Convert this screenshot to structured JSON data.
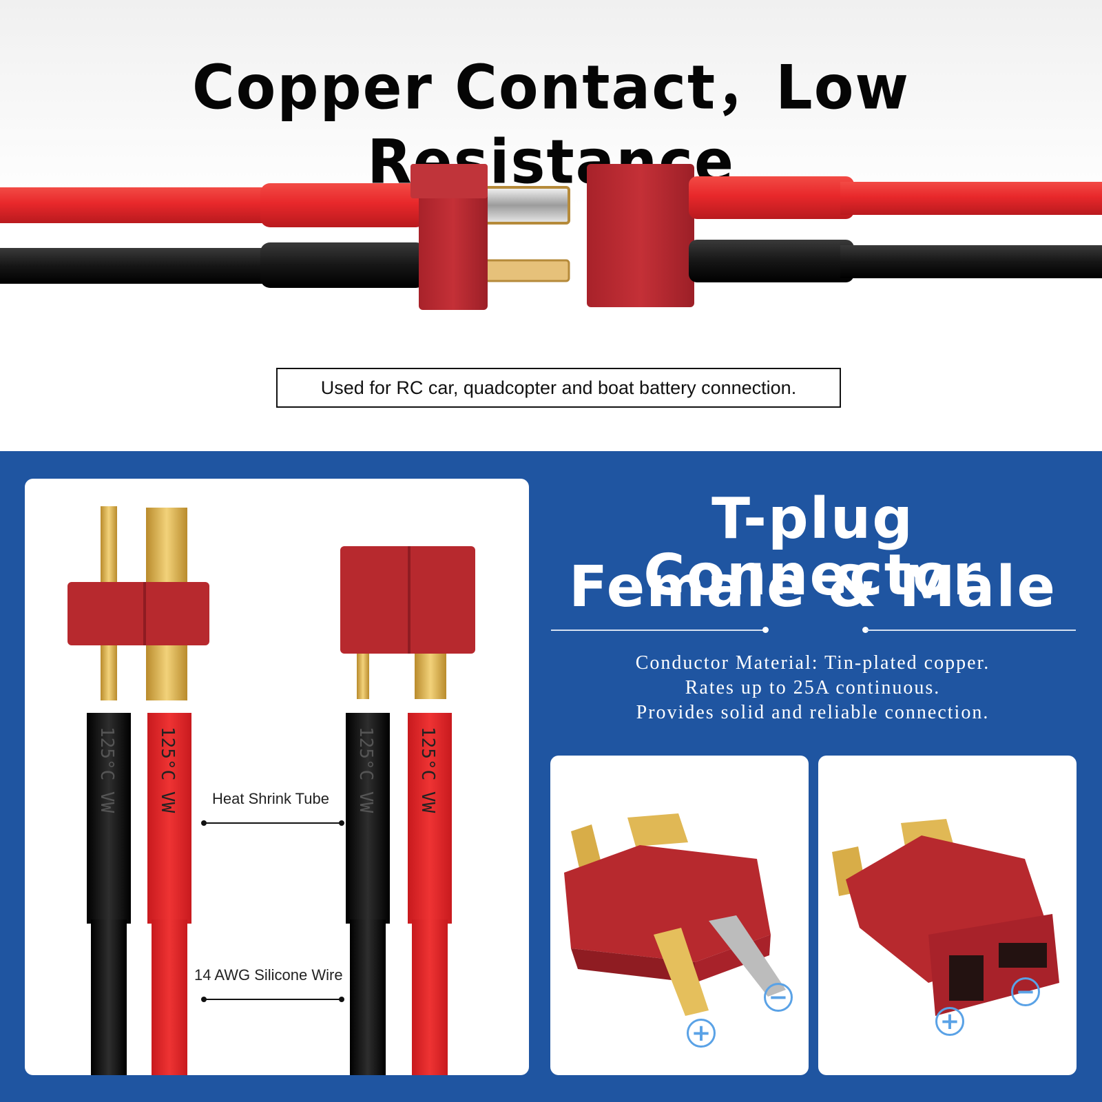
{
  "top": {
    "headline": "Copper Contact，Low Resistance",
    "usage": "Used for RC car, quadcopter and boat battery connection."
  },
  "right": {
    "title_line1": "T-plug Connector",
    "title_line2": "Female & Male",
    "spec_lines": [
      "Conductor Material: Tin-plated copper.",
      "Rates up to 25A continuous.",
      "Provides solid and reliable connection."
    ]
  },
  "left_panel": {
    "callout_tube": "Heat Shrink Tube",
    "callout_wire": "14 AWG Silicone Wire",
    "tube_print": "125°C VW"
  },
  "polarity": {
    "plus": "+",
    "minus": "−"
  },
  "colors": {
    "brand_blue": "#1f55a1",
    "connector_red": "#b7292e",
    "wire_red": "#e8282b",
    "wire_black": "#1a1a1a",
    "pin_gold": "#d9b45a",
    "polarity_blue": "#5aa2e6"
  },
  "icons": [
    "plus-polarity-icon",
    "minus-polarity-icon"
  ]
}
